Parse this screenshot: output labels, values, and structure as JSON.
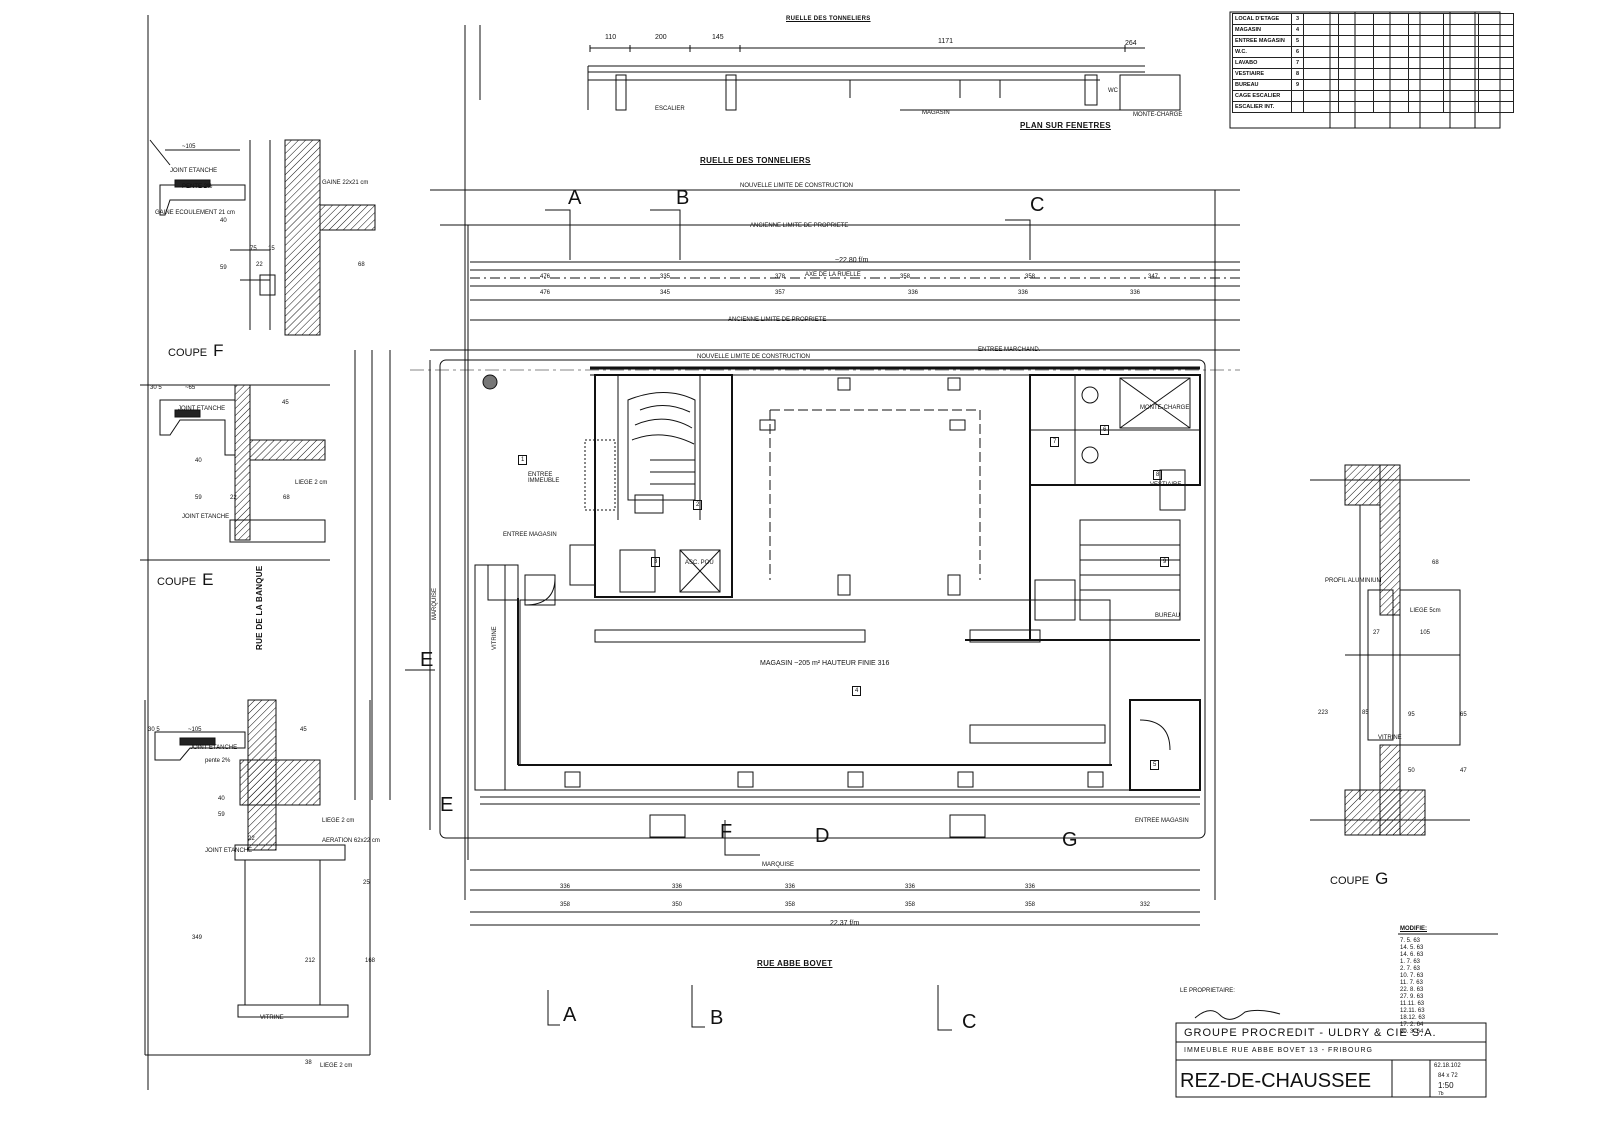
{
  "legend": [
    {
      "label": "LOCAL D'ETAGE",
      "num": "3"
    },
    {
      "label": "MAGASIN",
      "num": "4"
    },
    {
      "label": "ENTREE MAGASIN",
      "num": "5"
    },
    {
      "label": "W.C.",
      "num": "6"
    },
    {
      "label": "LAVABO",
      "num": "7"
    },
    {
      "label": "VESTIAIRE",
      "num": "8"
    },
    {
      "label": "BUREAU",
      "num": "9"
    },
    {
      "label": "CAGE ESCALIER",
      "num": ""
    },
    {
      "label": "ESCALIER INT.",
      "num": ""
    }
  ],
  "top_view": {
    "street": "RUELLE DES TONNELIERS",
    "title": "PLAN SUR FENETRES",
    "dims": [
      "110",
      "200",
      "145",
      "1171",
      "264"
    ],
    "labels": {
      "escalier": "ESCALIER",
      "magasin": "MAGASIN",
      "wc": "WC",
      "monte_charge": "MONTE-CHARGE"
    }
  },
  "plan": {
    "street_top": "RUELLE DES TONNELIERS",
    "street_bottom": "RUE ABBE BOVET",
    "street_left": "RUE DE LA BANQUE",
    "limits": {
      "new": "NOUVELLE LIMITE DE CONSTRUCTION",
      "old": "ANCIENNE LIMITE DE PROPRIETE",
      "axis": "AXE DE LA RUELLE",
      "old2": "ANCIENNE LIMITE DE PROPRIETE",
      "new2": "NOUVELLE LIMITE DE CONSTRUCTION"
    },
    "overall_top": "~22.80 f/m",
    "overall_bottom": "22.37 f/m",
    "top_dims1": [
      "476",
      "335",
      "378",
      "358",
      "358",
      "347"
    ],
    "top_dims2": [
      "476",
      "345",
      "357",
      "336",
      "336",
      "336"
    ],
    "bottom_dims1": [
      "336",
      "336",
      "336",
      "336",
      "336"
    ],
    "bottom_dims2": [
      "358",
      "350",
      "358",
      "358",
      "358",
      "332"
    ],
    "rooms": {
      "entree_immeuble": "ENTREE IMMEUBLE",
      "entree_magasin": "ENTREE MAGASIN",
      "entree_marchand": "ENTREE MARCHAND.",
      "entree_magasin2": "ENTREE MAGASIN",
      "magasin": "MAGASIN ~205 m²  HAUTEUR FINIE 316",
      "asc": "ASC. POU",
      "monte_charge": "MONTE-CHARGE",
      "vestiaire": "VESTIAIRE",
      "bureau": "BUREAU",
      "vitrine": "VITRINE",
      "marquise": "MARQUISE",
      "marquise2": "MARQUISE"
    },
    "room_numbers": [
      "1",
      "2",
      "3",
      "4",
      "5",
      "6",
      "7",
      "8",
      "9"
    ],
    "section_markers": [
      "A",
      "B",
      "C",
      "A",
      "B",
      "C",
      "E",
      "E",
      "F",
      "D",
      "G"
    ]
  },
  "details": {
    "coupe_f": {
      "label": "COUPE",
      "letter": "F",
      "notes": [
        "~105",
        "JOINT ETANCHE",
        "PENTE 2%",
        "GAINE 22x21 cm",
        "GAINE ECOULEMENT 21 cm",
        "40",
        "59",
        "75",
        "15",
        "22",
        "68"
      ]
    },
    "coupe_e": {
      "label": "COUPE",
      "letter": "E",
      "notes": [
        "30 5",
        "~65",
        "JOINT ETANCHE",
        "45",
        "LIEGE 2 cm",
        "JOINT ETANCHE",
        "59",
        "22",
        "68",
        "40"
      ]
    },
    "coupe_g": {
      "label": "COUPE",
      "letter": "G",
      "notes": [
        "PROFIL ALUMINIUM",
        "LIEGE 5cm",
        "VITRINE",
        "68",
        "105",
        "27",
        "85",
        "223",
        "95",
        "65",
        "50",
        "47"
      ]
    },
    "coupe_d": {
      "notes": [
        "30 5",
        "~105",
        "JOINT ETANCHE",
        "pente 2%",
        "45",
        "LIEGE 2 cm",
        "AERATION 62x22 cm",
        "JOINT ETANCHE",
        "59",
        "22",
        "40",
        "212",
        "168",
        "349",
        "VITRINE",
        "LIEGE 2 cm",
        "25",
        "38"
      ]
    }
  },
  "modifications": {
    "title": "MODIFIE:",
    "entries": [
      "7. 5. 63",
      "14. 5. 63",
      "14. 6. 63",
      "1. 7. 63",
      "2. 7. 63",
      "10. 7. 63",
      "11. 7. 63",
      "22. 8. 63",
      "27. 9. 63",
      "11.11. 63",
      "12.11. 63",
      "18.12. 63",
      "17. 2. 64",
      "20. 3. 64"
    ]
  },
  "title_block": {
    "owner_label": "LE PROPRIETAIRE:",
    "company": "GROUPE PROCREDIT - ULDRY & CIE S.A.",
    "address": "IMMEUBLE RUE ABBE BOVET 13 - FRIBOURG",
    "sheet_title": "REZ-DE-CHAUSSEE",
    "ref": "62.18.102",
    "format": "84 x 72",
    "scale": "1:50",
    "sheet": "7b"
  }
}
